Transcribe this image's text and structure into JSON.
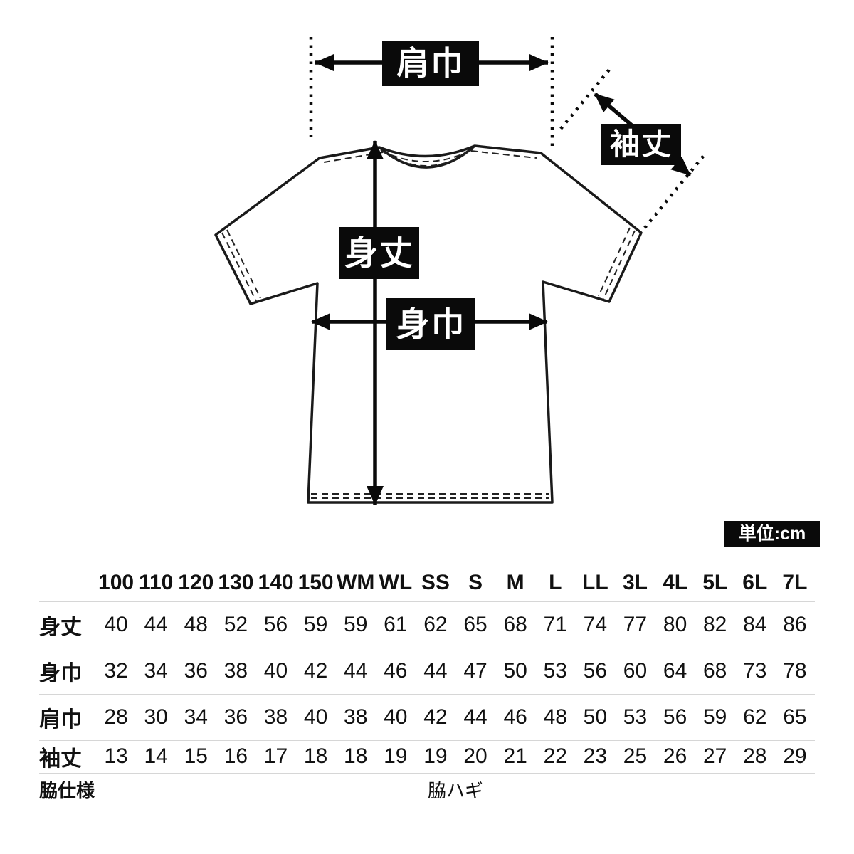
{
  "diagram": {
    "labels": {
      "shoulder_width": "肩巾",
      "sleeve_length": "袖丈",
      "body_length": "身丈",
      "body_width": "身巾"
    }
  },
  "unit_badge": {
    "text": "単位:cm"
  },
  "size_table": {
    "columns": [
      "100",
      "110",
      "120",
      "130",
      "140",
      "150",
      "WM",
      "WL",
      "SS",
      "S",
      "M",
      "L",
      "LL",
      "3L",
      "4L",
      "5L",
      "6L",
      "7L"
    ],
    "rows": [
      {
        "label": "身丈",
        "values": [
          40,
          44,
          48,
          52,
          56,
          59,
          59,
          61,
          62,
          65,
          68,
          71,
          74,
          77,
          80,
          82,
          84,
          86
        ]
      },
      {
        "label": "身巾",
        "values": [
          32,
          34,
          36,
          38,
          40,
          42,
          44,
          46,
          44,
          47,
          50,
          53,
          56,
          60,
          64,
          68,
          73,
          78
        ]
      },
      {
        "label": "肩巾",
        "values": [
          28,
          30,
          34,
          36,
          38,
          40,
          38,
          40,
          42,
          44,
          46,
          48,
          50,
          53,
          56,
          59,
          62,
          65
        ]
      },
      {
        "label": "袖丈",
        "values": [
          13,
          14,
          15,
          16,
          17,
          18,
          18,
          19,
          19,
          20,
          21,
          22,
          23,
          25,
          26,
          27,
          28,
          29
        ]
      }
    ],
    "footer": {
      "label": "脇仕様",
      "value": "脇ハギ"
    }
  },
  "colors": {
    "accent": "#0a0a0a",
    "separator": "#d6d6d6",
    "line": "#1a1a1a"
  }
}
